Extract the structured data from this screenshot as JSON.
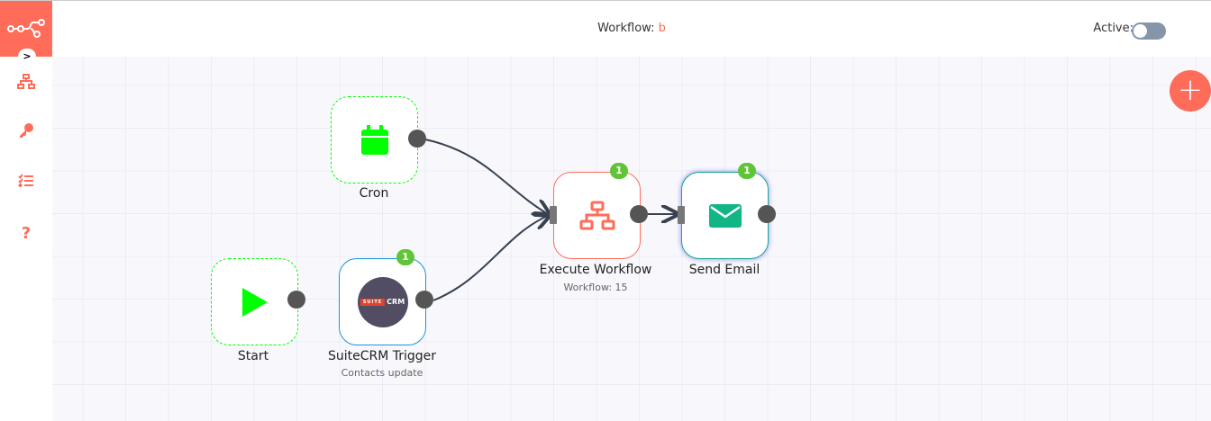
{
  "header": {
    "workflow_label": "Workflow:",
    "workflow_name": "b",
    "active_label": "Active:",
    "active": false
  },
  "sidebar": {
    "items": [
      "workflows-icon",
      "credentials-icon",
      "executions-icon",
      "help-icon"
    ]
  },
  "nodes": [
    {
      "name": "Cron",
      "icon": "calendar-icon"
    },
    {
      "name": "Start",
      "icon": "play-icon"
    },
    {
      "name": "SuiteCRM Trigger",
      "subtitle": "Contacts update",
      "badge": "1",
      "logo_text": "SUITE CRM"
    },
    {
      "name": "Execute Workflow",
      "subtitle": "Workflow: 15",
      "badge": "1",
      "icon": "sitemap-icon"
    },
    {
      "name": "Send Email",
      "badge": "1",
      "icon": "envelope-icon"
    }
  ],
  "colors": {
    "brand": "#ff6d5a",
    "trigger_border": "#00ff00",
    "badge": "#5fc438"
  }
}
